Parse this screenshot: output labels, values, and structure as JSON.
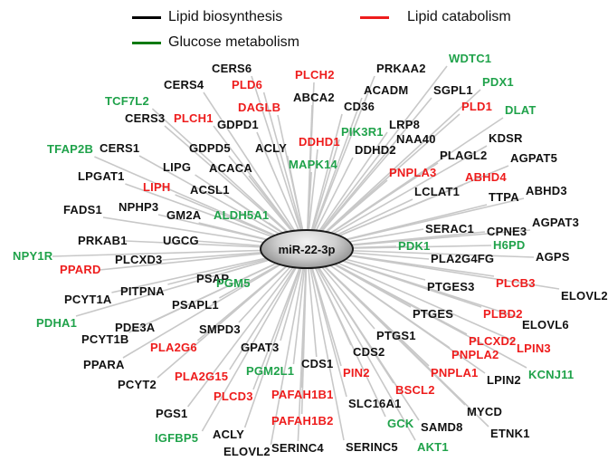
{
  "legend": [
    {
      "label": "Lipid biosynthesis",
      "color": "#000000"
    },
    {
      "label": "Lipid catabolism",
      "color": "#ee1c1c"
    },
    {
      "label": "Glucose metabolism",
      "color": "#0a7a12"
    }
  ],
  "hub": {
    "label": "miR-22-3p"
  },
  "nodes": [
    {
      "label": "CERS6",
      "category": "lipid_biosynthesis"
    },
    {
      "label": "PLCH2",
      "category": "lipid_catabolism"
    },
    {
      "label": "PRKAA2",
      "category": "lipid_biosynthesis"
    },
    {
      "label": "WDTC1",
      "category": "glucose_metabolism"
    },
    {
      "label": "CERS4",
      "category": "lipid_biosynthesis"
    },
    {
      "label": "PLD6",
      "category": "lipid_catabolism"
    },
    {
      "label": "ABCA2",
      "category": "lipid_biosynthesis"
    },
    {
      "label": "ACADM",
      "category": "lipid_biosynthesis"
    },
    {
      "label": "SGPL1",
      "category": "lipid_biosynthesis"
    },
    {
      "label": "PDX1",
      "category": "glucose_metabolism"
    },
    {
      "label": "TCF7L2",
      "category": "glucose_metabolism"
    },
    {
      "label": "DAGLB",
      "category": "lipid_catabolism"
    },
    {
      "label": "CD36",
      "category": "lipid_biosynthesis"
    },
    {
      "label": "PLD1",
      "category": "lipid_catabolism"
    },
    {
      "label": "DLAT",
      "category": "glucose_metabolism"
    },
    {
      "label": "CERS3",
      "category": "lipid_biosynthesis"
    },
    {
      "label": "PLCH1",
      "category": "lipid_catabolism"
    },
    {
      "label": "GDPD1",
      "category": "lipid_biosynthesis"
    },
    {
      "label": "PIK3R1",
      "category": "glucose_metabolism"
    },
    {
      "label": "LRP8",
      "category": "lipid_biosynthesis"
    },
    {
      "label": "NAA40",
      "category": "lipid_biosynthesis"
    },
    {
      "label": "KDSR",
      "category": "lipid_biosynthesis"
    },
    {
      "label": "TFAP2B",
      "category": "glucose_metabolism"
    },
    {
      "label": "CERS1",
      "category": "lipid_biosynthesis"
    },
    {
      "label": "GDPD5",
      "category": "lipid_biosynthesis"
    },
    {
      "label": "ACLY",
      "category": "lipid_biosynthesis"
    },
    {
      "label": "DDHD1",
      "category": "lipid_catabolism"
    },
    {
      "label": "DDHD2",
      "category": "lipid_biosynthesis"
    },
    {
      "label": "PLAGL2",
      "category": "lipid_biosynthesis"
    },
    {
      "label": "AGPAT5",
      "category": "lipid_biosynthesis"
    },
    {
      "label": "LIPG",
      "category": "lipid_biosynthesis"
    },
    {
      "label": "ACACA",
      "category": "lipid_biosynthesis"
    },
    {
      "label": "MAPK14",
      "category": "glucose_metabolism"
    },
    {
      "label": "PNPLA3",
      "category": "lipid_catabolism"
    },
    {
      "label": "ABHD4",
      "category": "lipid_catabolism"
    },
    {
      "label": "LPGAT1",
      "category": "lipid_biosynthesis"
    },
    {
      "label": "LIPH",
      "category": "lipid_catabolism"
    },
    {
      "label": "ACSL1",
      "category": "lipid_biosynthesis"
    },
    {
      "label": "LCLAT1",
      "category": "lipid_biosynthesis"
    },
    {
      "label": "TTPA",
      "category": "lipid_biosynthesis"
    },
    {
      "label": "ABHD3",
      "category": "lipid_biosynthesis"
    },
    {
      "label": "FADS1",
      "category": "lipid_biosynthesis"
    },
    {
      "label": "NPHP3",
      "category": "lipid_biosynthesis"
    },
    {
      "label": "GM2A",
      "category": "lipid_biosynthesis"
    },
    {
      "label": "ALDH5A1",
      "category": "glucose_metabolism"
    },
    {
      "label": "SERAC1",
      "category": "lipid_biosynthesis"
    },
    {
      "label": "CPNE3",
      "category": "lipid_biosynthesis"
    },
    {
      "label": "AGPAT3",
      "category": "lipid_biosynthesis"
    },
    {
      "label": "PRKAB1",
      "category": "lipid_biosynthesis"
    },
    {
      "label": "UGCG",
      "category": "lipid_biosynthesis"
    },
    {
      "label": "PDK1",
      "category": "glucose_metabolism"
    },
    {
      "label": "H6PD",
      "category": "glucose_metabolism"
    },
    {
      "label": "NPY1R",
      "category": "glucose_metabolism"
    },
    {
      "label": "PLCXD3",
      "category": "lipid_biosynthesis"
    },
    {
      "label": "PLA2G4FG",
      "category": "lipid_biosynthesis"
    },
    {
      "label": "AGPS",
      "category": "lipid_biosynthesis"
    },
    {
      "label": "PPARD",
      "category": "lipid_catabolism"
    },
    {
      "label": "PSAP",
      "category": "lipid_biosynthesis"
    },
    {
      "label": "PGM5",
      "category": "glucose_metabolism"
    },
    {
      "label": "PCYT1A",
      "category": "lipid_biosynthesis"
    },
    {
      "label": "PITPNA",
      "category": "lipid_biosynthesis"
    },
    {
      "label": "PTGES3",
      "category": "lipid_biosynthesis"
    },
    {
      "label": "PLCB3",
      "category": "lipid_catabolism"
    },
    {
      "label": "ELOVL2",
      "category": "lipid_biosynthesis"
    },
    {
      "label": "PSAPL1",
      "category": "lipid_biosynthesis"
    },
    {
      "label": "PDHA1",
      "category": "glucose_metabolism"
    },
    {
      "label": "PDE3A",
      "category": "lipid_biosynthesis"
    },
    {
      "label": "PTGES",
      "category": "lipid_biosynthesis"
    },
    {
      "label": "PLBD2",
      "category": "lipid_catabolism"
    },
    {
      "label": "PCYT1B",
      "category": "lipid_biosynthesis"
    },
    {
      "label": "SMPD3",
      "category": "lipid_biosynthesis"
    },
    {
      "label": "ELOVL6",
      "category": "lipid_biosynthesis"
    },
    {
      "label": "PTGS1",
      "category": "lipid_biosynthesis"
    },
    {
      "label": "PLCXD2",
      "category": "lipid_catabolism"
    },
    {
      "label": "PLA2G6",
      "category": "lipid_catabolism"
    },
    {
      "label": "GPAT3",
      "category": "lipid_biosynthesis"
    },
    {
      "label": "CDS2",
      "category": "lipid_biosynthesis"
    },
    {
      "label": "LPIN3",
      "category": "lipid_catabolism"
    },
    {
      "label": "PPARA",
      "category": "lipid_biosynthesis"
    },
    {
      "label": "PNPLA2",
      "category": "lipid_catabolism"
    },
    {
      "label": "CDS1",
      "category": "lipid_biosynthesis"
    },
    {
      "label": "PCYT2",
      "category": "lipid_biosynthesis"
    },
    {
      "label": "PLA2G15",
      "category": "lipid_catabolism"
    },
    {
      "label": "PGM2L1",
      "category": "glucose_metabolism"
    },
    {
      "label": "PIN2",
      "category": "lipid_catabolism"
    },
    {
      "label": "PNPLA1",
      "category": "lipid_catabolism"
    },
    {
      "label": "LPIN2",
      "category": "lipid_biosynthesis"
    },
    {
      "label": "KCNJ11",
      "category": "glucose_metabolism"
    },
    {
      "label": "PLCD3",
      "category": "lipid_catabolism"
    },
    {
      "label": "PAFAH1B1",
      "category": "lipid_catabolism"
    },
    {
      "label": "BSCL2",
      "category": "lipid_catabolism"
    },
    {
      "label": "SLC16A1",
      "category": "lipid_biosynthesis"
    },
    {
      "label": "PGS1",
      "category": "lipid_biosynthesis"
    },
    {
      "label": "MYCD",
      "category": "lipid_biosynthesis"
    },
    {
      "label": "PAFAH1B2",
      "category": "lipid_catabolism"
    },
    {
      "label": "GCK",
      "category": "glucose_metabolism"
    },
    {
      "label": "SAMD8",
      "category": "lipid_biosynthesis"
    },
    {
      "label": "ACLY",
      "category": "lipid_biosynthesis"
    },
    {
      "label": "IGFBP5",
      "category": "glucose_metabolism"
    },
    {
      "label": "ETNK1",
      "category": "lipid_biosynthesis"
    },
    {
      "label": "SERINC4",
      "category": "lipid_biosynthesis"
    },
    {
      "label": "SERINC5",
      "category": "lipid_biosynthesis"
    },
    {
      "label": "AKT1",
      "category": "glucose_metabolism"
    },
    {
      "label": "ELOVL2",
      "category": "lipid_biosynthesis"
    }
  ]
}
